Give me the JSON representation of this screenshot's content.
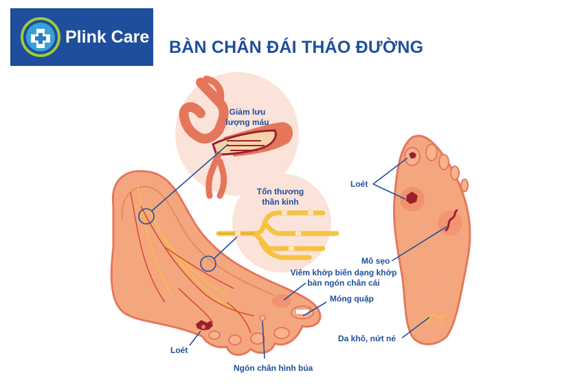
{
  "brand": {
    "name": "Plink Care",
    "logo_icon": "medical-cross-icon",
    "primary_color": "#1f4e9c"
  },
  "title": "BÀN CHÂN ĐÁI THÁO ĐƯỜNG",
  "colors": {
    "skin": "#f4a77e",
    "skin_dark": "#e5765c",
    "vessel": "#d84b34",
    "nerve": "#f5c242",
    "label": "#1f4e9c",
    "wound": "#9c1f2e"
  },
  "labels": {
    "reduced_blood_flow": [
      "Giảm lưu",
      "lượng máu"
    ],
    "nerve_damage": [
      "Tổn thương",
      "thần kinh"
    ],
    "ulcer_sole": "Loét",
    "scar_tissue": "Mô sẹo",
    "bunion": [
      "Viêm khớp biến dạng khớp",
      "bàn ngón chân cái"
    ],
    "ingrown_nail": "Móng quặp",
    "dry_cracked_skin": "Da khô, nứt nẻ",
    "ulcer_foot": "Loét",
    "hammer_toe": "Ngón chân hình búa"
  }
}
